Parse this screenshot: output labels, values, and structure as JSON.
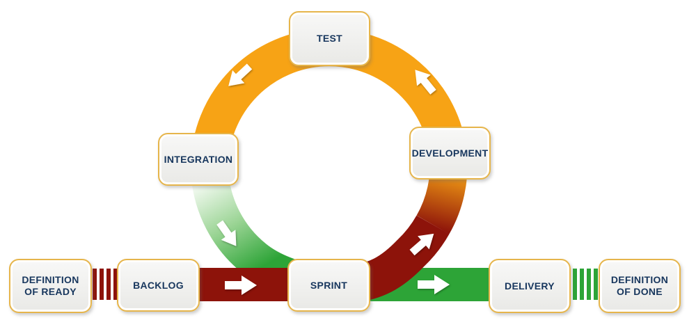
{
  "palette": {
    "orange": "#F7A315",
    "dark_red": "#8D130A",
    "green": "#2DA437",
    "mid_green": "#9AD494",
    "light_green": "#F3FAF1",
    "box_border": "#E6B54B",
    "text_navy": "#17365D",
    "arrow_white": "#FFFFFF"
  },
  "loop_nodes": [
    {
      "id": "test",
      "label": "TEST"
    },
    {
      "id": "development",
      "label": "DEVELOPMENT"
    },
    {
      "id": "integration",
      "label": "INTEGRATION"
    }
  ],
  "pipeline_nodes": [
    {
      "id": "definition-of-ready",
      "label": "DEFINITION OF READY"
    },
    {
      "id": "backlog",
      "label": "BACKLOG"
    },
    {
      "id": "sprint",
      "label": "SPRINT"
    },
    {
      "id": "delivery",
      "label": "DELIVERY"
    },
    {
      "id": "definition-of-done",
      "label": "DEFINITION OF DONE"
    }
  ],
  "flow_arrows": [
    {
      "id": "backlog-to-sprint",
      "direction": "right",
      "color": "white"
    },
    {
      "id": "sprint-to-delivery",
      "direction": "right",
      "color": "white"
    },
    {
      "id": "sprint-to-development",
      "direction": "up-right",
      "color": "white"
    },
    {
      "id": "development-to-test",
      "direction": "up-left",
      "color": "white"
    },
    {
      "id": "test-to-integration",
      "direction": "down-left",
      "color": "white"
    },
    {
      "id": "integration-to-sprint",
      "direction": "down-right",
      "color": "white"
    }
  ],
  "separators": {
    "ready_backlog_hatch_count": 4,
    "delivery_done_hatch_count": 4
  }
}
